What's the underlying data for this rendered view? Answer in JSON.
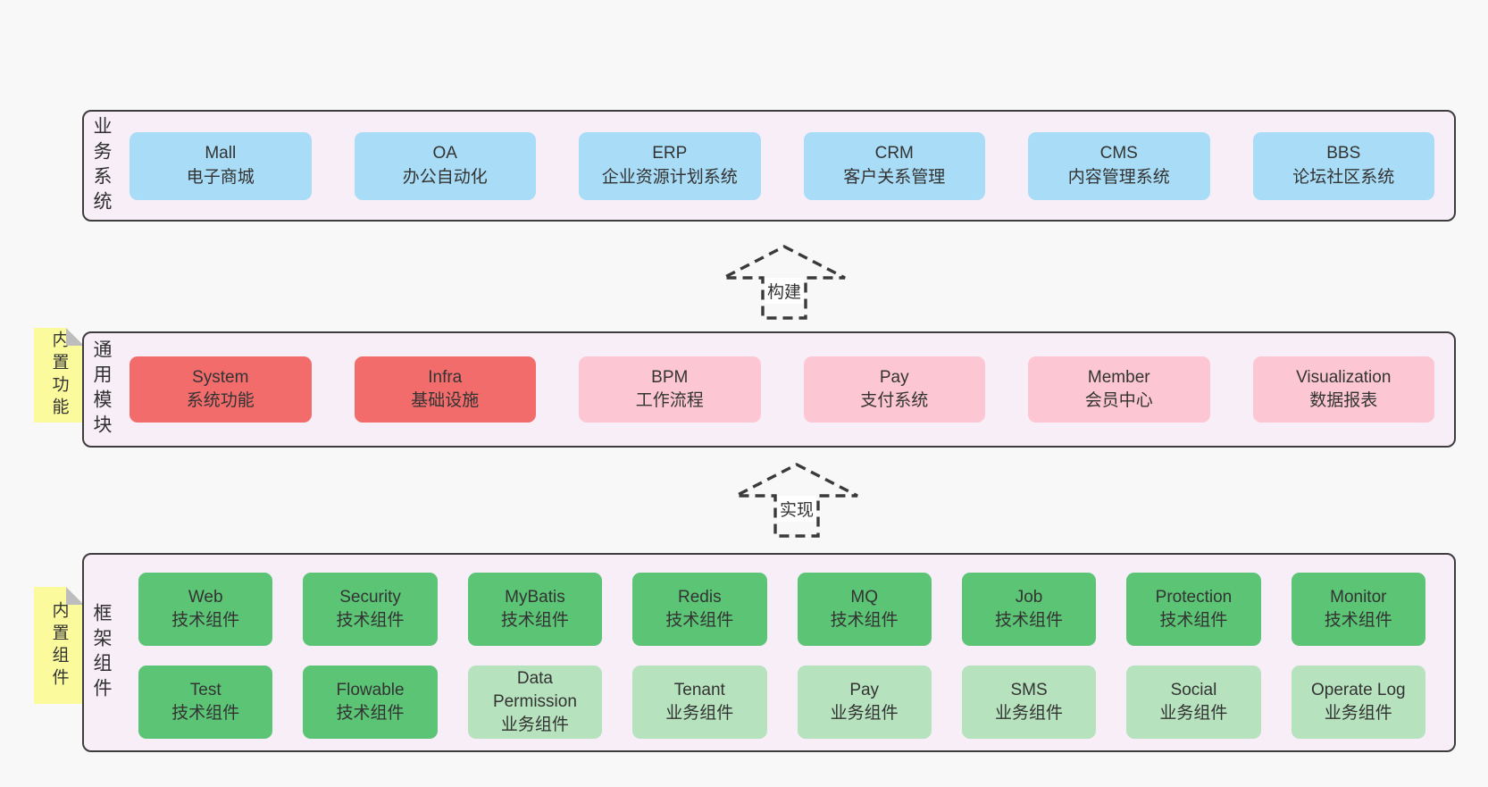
{
  "diagram": {
    "arrows": [
      {
        "label": "构建"
      },
      {
        "label": "实现"
      }
    ],
    "layers": {
      "business": {
        "label": "业务系统",
        "boxes": [
          {
            "en": "Mall",
            "zh": "电子商城"
          },
          {
            "en": "OA",
            "zh": "办公自动化"
          },
          {
            "en": "ERP",
            "zh": "企业资源计划系统"
          },
          {
            "en": "CRM",
            "zh": "客户关系管理"
          },
          {
            "en": "CMS",
            "zh": "内容管理系统"
          },
          {
            "en": "BBS",
            "zh": "论坛社区系统"
          }
        ]
      },
      "modules": {
        "label": "通用模块",
        "note": "内置功能",
        "boxes": [
          {
            "en": "System",
            "zh": "系统功能"
          },
          {
            "en": "Infra",
            "zh": "基础设施"
          },
          {
            "en": "BPM",
            "zh": "工作流程"
          },
          {
            "en": "Pay",
            "zh": "支付系统"
          },
          {
            "en": "Member",
            "zh": "会员中心"
          },
          {
            "en": "Visualization",
            "zh": "数据报表"
          }
        ]
      },
      "components": {
        "label": "框架组件",
        "note": "内置组件",
        "row1": [
          {
            "en": "Web",
            "zh": "技术组件"
          },
          {
            "en": "Security",
            "zh": "技术组件"
          },
          {
            "en": "MyBatis",
            "zh": "技术组件"
          },
          {
            "en": "Redis",
            "zh": "技术组件"
          },
          {
            "en": "MQ",
            "zh": "技术组件"
          },
          {
            "en": "Job",
            "zh": "技术组件"
          },
          {
            "en": "Protection",
            "zh": "技术组件"
          },
          {
            "en": "Monitor",
            "zh": "技术组件"
          }
        ],
        "row2": [
          {
            "en": "Test",
            "zh": "技术组件"
          },
          {
            "en": "Flowable",
            "zh": "技术组件"
          },
          {
            "en": "Data Permission",
            "zh": "业务组件"
          },
          {
            "en": "Tenant",
            "zh": "业务组件"
          },
          {
            "en": "Pay",
            "zh": "业务组件"
          },
          {
            "en": "SMS",
            "zh": "业务组件"
          },
          {
            "en": "Social",
            "zh": "业务组件"
          },
          {
            "en": "Operate Log",
            "zh": "业务组件"
          }
        ]
      }
    },
    "colors": {
      "page_bg": "#f8f8f8",
      "container_bg": "#f8eef8",
      "container_border": "#3d3d3d",
      "business_box": "#a9dcf6",
      "module_core_box": "#f26c6c",
      "module_box": "#fcc7d2",
      "tech_box": "#5bc475",
      "biz_box": "#b7e2be",
      "note_bg": "#fbfb9e",
      "note_fold": "#bdbdbd",
      "text": "#333333"
    }
  }
}
